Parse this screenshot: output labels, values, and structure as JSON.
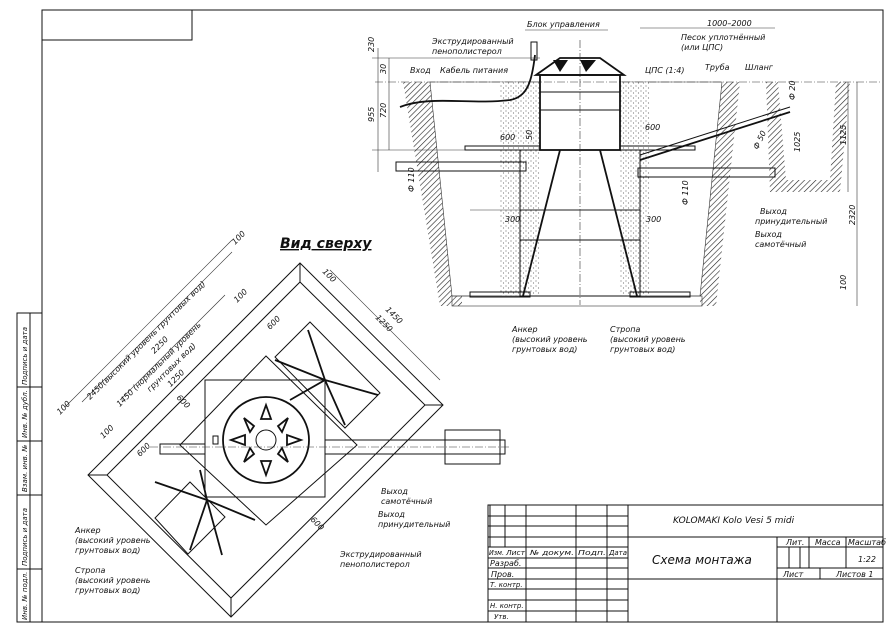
{
  "section_view": {
    "labels": {
      "control_unit": "Блок управления",
      "foam": "Экструдированный",
      "foam2": "пенополистерол",
      "inlet": "Вход",
      "power_cable": "Кабель питания",
      "sand": "Песок уплотнённый",
      "sand2": "(или ЦПС)",
      "cps": "ЦПС (1:4)",
      "pipe": "Труба",
      "hose": "Шланг",
      "forced_outlet": "Выход",
      "forced_outlet2": "принудительный",
      "gravity_outlet": "Выход",
      "gravity_outlet2": "самотёчный",
      "anchor": "Анкер",
      "anchor2": "(высокий уровень",
      "anchor3": "грунтовых вод)",
      "sling": "Стропа",
      "sling2": "(высокий уровень",
      "sling3": "грунтовых вод)"
    },
    "dims": {
      "d230": "230",
      "d30": "30",
      "d955": "955",
      "d720": "720",
      "d600l": "600",
      "d50": "50",
      "d110l": "Ф 110",
      "d300l": "300",
      "d1000_2000": "1000–2000",
      "d600r": "600",
      "d110r": "Ф 110",
      "d300r": "300",
      "d20": "Ф 20",
      "d50r": "Ф 50",
      "d1025": "1025",
      "d1125": "1125",
      "d2320": "2320",
      "d100": "100"
    }
  },
  "top_view": {
    "title": "Вид сверху",
    "dims": {
      "d2450": "2450(высокий уровень грунтовых вод)",
      "d2250": "2250",
      "d1450n": "1450 (нормальный уровень",
      "d1450n2": "грунтовых вод)",
      "d1250a": "1250",
      "d100a": "100",
      "d100b": "100",
      "d100c": "100",
      "d100d": "100",
      "d100e": "100",
      "d600a": "600",
      "d600b": "600",
      "d600c": "600",
      "d600d": "600",
      "d1450": "1450",
      "d1250": "1250"
    },
    "labels": {
      "gravity_outlet": "Выход",
      "gravity_outlet2": "самотёчный",
      "forced_outlet": "Выход",
      "forced_outlet2": "принудительный",
      "anchor": "Анкер",
      "anchor2": "(высокий уровень",
      "anchor3": "грунтовых вод)",
      "sling": "Стропа",
      "sling2": "(высокий уровень",
      "sling3": "грунтовых вод)",
      "foam": "Экструдированный",
      "foam2": "пенополистерол"
    }
  },
  "side_stamps": [
    "Подпись и дата",
    "Инв. № дубл.",
    "Взам. инв. №",
    "Подпись и дата",
    "Инв. № подл."
  ],
  "title_block": {
    "product": "KOLOMAKI Kolo Vesi 5 midi",
    "drawing_title": "Схема монтажа",
    "col_headers": [
      "Изм.",
      "Лист",
      "№ докум.",
      "Подп.",
      "Дата"
    ],
    "roles": [
      "Разраб.",
      "Пров.",
      "Т. контр.",
      "Н. контр.",
      "Утв."
    ],
    "lit": "Лит.",
    "mass": "Масса",
    "scale_label": "Масштаб",
    "scale": "1:22",
    "sheet": "Лист",
    "sheets": "Листов 1"
  }
}
